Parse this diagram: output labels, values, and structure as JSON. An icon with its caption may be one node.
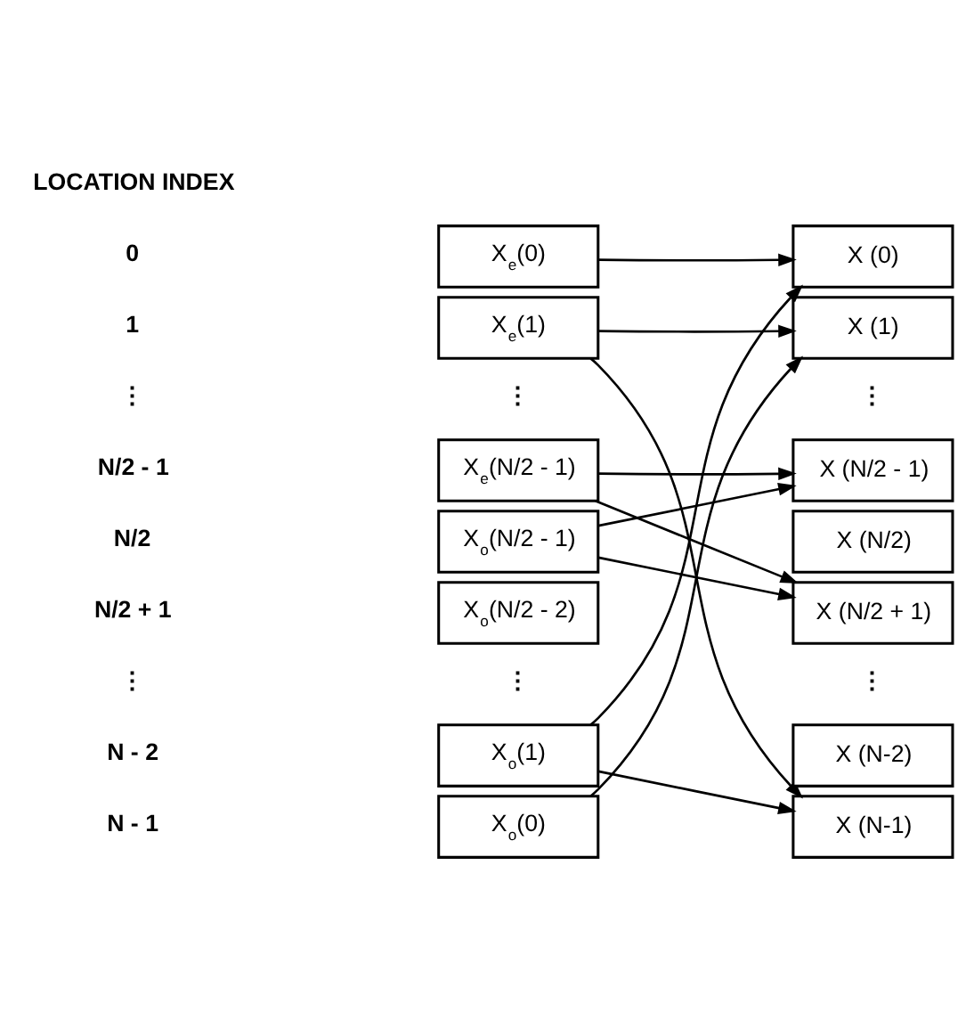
{
  "diagram": {
    "nodes": [
      {
        "text": [
          "X$_{e}$(0)"
        ]
      },
      {
        "text": [
          "X$_{e}$(1)"
        ]
      },
      {
        "text": [
          "X$_{e}$(N/2 - 1)"
        ]
      },
      {
        "text": [
          "X$_{o}$(N/2 - 1)"
        ]
      },
      {
        "text": [
          "X$_{o}$(N/2 - 2)"
        ]
      },
      {
        "text": [
          "X$_{o}$(1)"
        ]
      },
      {
        "text": [
          "X$_{o}$(0)"
        ]
      },
      {
        "text": [
          "X (0)"
        ]
      },
      {
        "text": [
          "X (1)"
        ]
      },
      {
        "text": [
          "X (N/2 - 1)"
        ]
      },
      {
        "text": [
          "X (N/2)"
        ]
      },
      {
        "text": [
          "X (N/2 + 1)"
        ]
      },
      {
        "text": [
          "X (N-2)"
        ]
      },
      {
        "text": [
          "X (N-1)"
        ]
      }
    ],
    "edges": [
      {
        "from": 0,
        "to": 7,
        "arrow": "to"
      },
      {
        "from": 1,
        "to": 8,
        "arrow": "to"
      },
      {
        "from": 1,
        "to": 13,
        "arrow": "to"
      },
      {
        "from": 2,
        "to": 9,
        "arrow": "to"
      },
      {
        "from": 2,
        "to": 11,
        "arrow": "to"
      },
      {
        "from": 3,
        "to": 9,
        "arrow": "to"
      },
      {
        "from": 3,
        "to": 11,
        "arrow": "to"
      },
      {
        "from": 5,
        "to": 7,
        "arrow": "to"
      },
      {
        "from": 5,
        "to": 13,
        "arrow": "to"
      },
      {
        "from": 6,
        "to": 8,
        "arrow": "to"
      }
    ],
    "labels": [
      "LOCATION INDEX",
      "0",
      "1",
      "⋮",
      "⋮",
      "⋮",
      "N/2 - 1",
      "N/2",
      "N/2 + 1",
      "⋮",
      "⋮",
      "⋮",
      "N - 2",
      "N - 1"
    ]
  }
}
